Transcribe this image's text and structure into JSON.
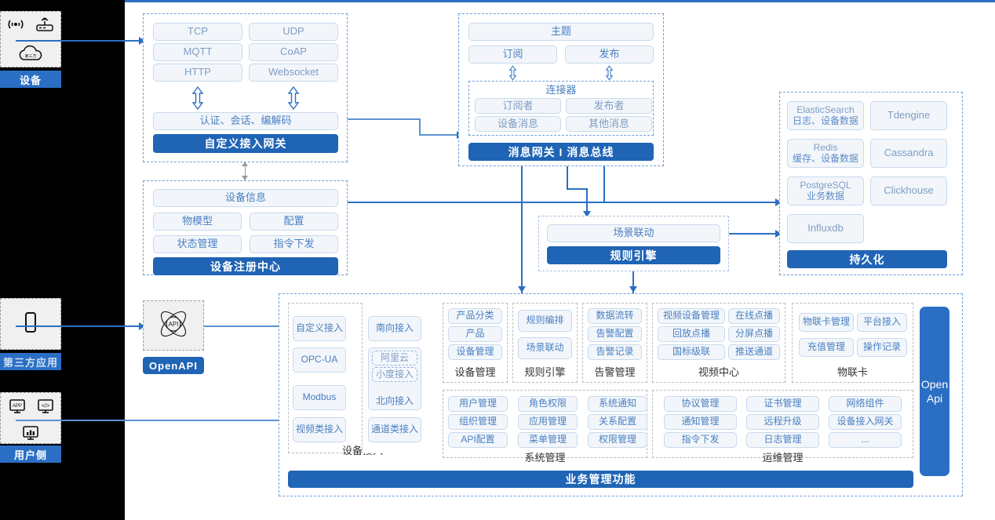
{
  "left_rail": {
    "items": [
      {
        "label": "设备",
        "icons": [
          "signal-icon",
          "router-icon",
          "cloud-icon"
        ]
      },
      {
        "label": "第三方应用",
        "icons": [
          "mobile-phone-icon"
        ]
      },
      {
        "label": "用户侧",
        "icons": [
          "app-monitor-icon",
          "code-monitor-icon",
          "chart-monitor-icon"
        ]
      }
    ]
  },
  "gateway": {
    "protocols": [
      "TCP",
      "UDP",
      "MQTT",
      "CoAP",
      "HTTP",
      "Websocket"
    ],
    "middle": "认证、会话、编解码",
    "title": "自定义接入网关"
  },
  "message_bus": {
    "topic": "主题",
    "subscribe": "订阅",
    "publish": "发布",
    "connector_title": "连接器",
    "connector_items": [
      "订阅者",
      "发布者",
      "设备消息",
      "其他消息"
    ],
    "title": "消息网关 I 消息总线"
  },
  "registry": {
    "device_info": "设备信息",
    "items": [
      "物模型",
      "配置",
      "状态管理",
      "指令下发"
    ],
    "title": "设备注册中心"
  },
  "rule_engine": {
    "scene": "场景联动",
    "title": "规则引擎"
  },
  "persistence": {
    "left": [
      {
        "name": "ElasticSearch",
        "sub": "日志、设备数据"
      },
      {
        "name": "Redis",
        "sub": "缓存、设备数据"
      },
      {
        "name": "PostgreSQL",
        "sub": "业务数据"
      },
      {
        "name": "Influxdb",
        "sub": ""
      }
    ],
    "right": [
      "Tdengine",
      "Cassandra",
      "Clickhouse"
    ],
    "title": "持久化"
  },
  "openapi": {
    "label": "OpenAPI",
    "icon": "api-atom-icon"
  },
  "open_api_vertical": {
    "line1": "Open",
    "line2": "Api"
  },
  "business": {
    "title": "业务管理功能",
    "columns_row1": [
      {
        "caption": "设备接入",
        "grid": [
          [
            "自定义接入",
            "南向接入"
          ],
          [
            "OPC-UA",
            "北向接入"
          ],
          [
            "Modbus",
            ""
          ],
          [
            "视频类接入",
            "通道类接入"
          ]
        ],
        "nested": [
          "阿里云",
          "小度接入"
        ]
      },
      {
        "caption": "设备管理",
        "items": [
          "产品分类",
          "产品",
          "设备管理"
        ]
      },
      {
        "caption": "规则引擎",
        "items": [
          "规则编排",
          "场景联动"
        ]
      },
      {
        "caption": "告警管理",
        "items": [
          "数据流转",
          "告警配置",
          "告警记录"
        ]
      },
      {
        "caption": "视频中心",
        "items": [
          "视频设备管理",
          "在线点播",
          "回放点播",
          "分屏点播",
          "国标级联",
          "推送通道"
        ]
      },
      {
        "caption": "物联卡",
        "items": [
          "物联卡管理",
          "平台接入",
          "充值管理",
          "操作记录"
        ]
      }
    ],
    "columns_row2": [
      {
        "caption": "系统管理",
        "items": [
          "用户管理",
          "角色权限",
          "系统通知",
          "组织管理",
          "应用管理",
          "关系配置",
          "API配置",
          "菜单管理",
          "权限管理"
        ]
      },
      {
        "caption": "运维管理",
        "items": [
          "协议管理",
          "证书管理",
          "网络组件",
          "通知管理",
          "远程升级",
          "设备接入网关",
          "指令下发",
          "日志管理",
          "..."
        ]
      }
    ]
  },
  "colors": {
    "brand_blue": "#1f64b5",
    "accent_blue": "#2a6fc4",
    "pill_border": "#c8d9ec",
    "pill_text": "#7f9dc4",
    "canvas_bg": "#ffffff",
    "page_bg": "#000000"
  }
}
